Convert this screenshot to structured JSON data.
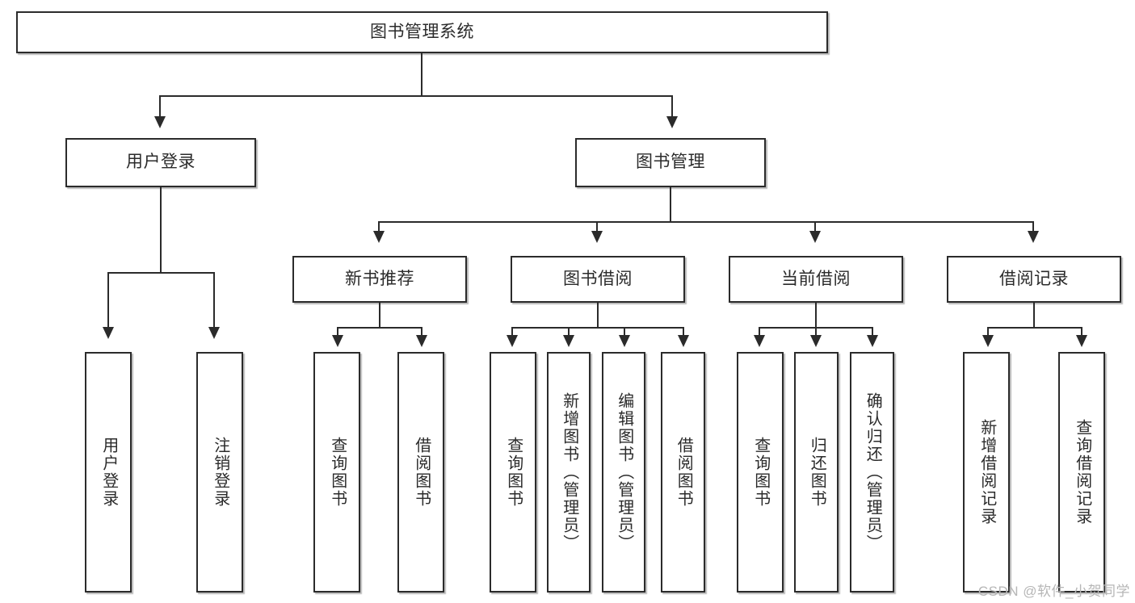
{
  "diagram": {
    "title": "图书管理系统",
    "type": "function-structure-tree",
    "root": {
      "id": "root",
      "label": "图书管理系统"
    },
    "level2": [
      {
        "id": "user-login",
        "label": "用户登录"
      },
      {
        "id": "book-management",
        "label": "图书管理"
      }
    ],
    "level3": [
      {
        "id": "new-book-recommend",
        "label": "新书推荐"
      },
      {
        "id": "book-borrow",
        "label": "图书借阅"
      },
      {
        "id": "current-borrow",
        "label": "当前借阅"
      },
      {
        "id": "borrow-record",
        "label": "借阅记录"
      }
    ],
    "leaves": [
      {
        "id": "leaf-user-login",
        "label": "用户登录",
        "parent": "user-login"
      },
      {
        "id": "leaf-user-logout",
        "label": "注销登录",
        "parent": "user-login"
      },
      {
        "id": "leaf-query-book-1",
        "label": "查询图书",
        "parent": "new-book-recommend"
      },
      {
        "id": "leaf-borrow-book-1",
        "label": "借阅图书",
        "parent": "new-book-recommend"
      },
      {
        "id": "leaf-query-book-2",
        "label": "查询图书",
        "parent": "book-borrow"
      },
      {
        "id": "leaf-add-book",
        "label": "新增图书（管理员）",
        "parent": "book-borrow"
      },
      {
        "id": "leaf-edit-book",
        "label": "编辑图书（管理员）",
        "parent": "book-borrow"
      },
      {
        "id": "leaf-borrow-book-2",
        "label": "借阅图书",
        "parent": "book-borrow"
      },
      {
        "id": "leaf-query-book-3",
        "label": "查询图书",
        "parent": "current-borrow"
      },
      {
        "id": "leaf-return-book",
        "label": "归还图书",
        "parent": "current-borrow"
      },
      {
        "id": "leaf-confirm-return",
        "label": "确认归还（管理员）",
        "parent": "current-borrow"
      },
      {
        "id": "leaf-add-borrow-record",
        "label": "新增借阅记录",
        "parent": "borrow-record"
      },
      {
        "id": "leaf-query-borrow-record",
        "label": "查询借阅记录",
        "parent": "borrow-record"
      }
    ],
    "colors": {
      "stroke": "#2b2b2b",
      "fill": "#ffffff",
      "text": "#2b2b2b",
      "watermark": "#b6b6b6"
    }
  },
  "watermark": {
    "text": "CSDN @软件_小贺同学"
  }
}
